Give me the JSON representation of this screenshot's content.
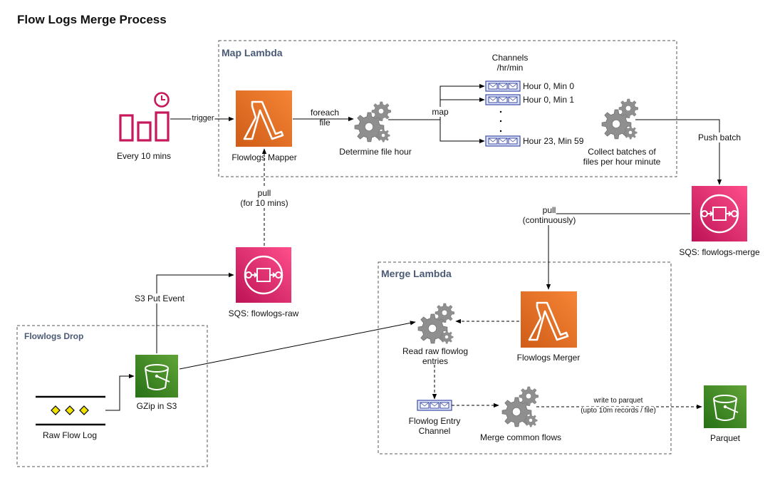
{
  "title": "Flow Logs Merge Process",
  "groups": {
    "map_lambda": "Map Lambda",
    "merge_lambda": "Merge Lambda",
    "flowlogs_drop": "Flowlogs Drop"
  },
  "nodes": {
    "scheduler": "Every 10 mins",
    "mapper": "Flowlogs Mapper",
    "determine_hour": "Determine file hour",
    "channels_title_1": "Channels",
    "channels_title_2": "/hr/min",
    "channel_1": "Hour 0, Min 0",
    "channel_2": "Hour 0, Min 1",
    "channel_3": "Hour 23, Min 59",
    "collect_1": "Collect batches of",
    "collect_2": "files per hour minute",
    "sqs_merge": "SQS: flowlogs-merge",
    "sqs_raw": "SQS: flowlogs-raw",
    "merger": "Flowlogs Merger",
    "read_raw_1": "Read raw flowlog",
    "read_raw_2": "entries",
    "entry_channel_1": "Flowlog Entry",
    "entry_channel_2": "Channel",
    "merge_common": "Merge common flows",
    "parquet": "Parquet",
    "gzip": "GZip in S3",
    "raw_flow_log": "Raw Flow Log"
  },
  "edges": {
    "trigger": "trigger",
    "foreach_1": "foreach",
    "foreach_2": "file",
    "map": "map",
    "push_batch": "Push batch",
    "pull_1": "pull",
    "pull_2": "(for 10 mins)",
    "pull_cont_1": "pull",
    "pull_cont_2": "(continuously)",
    "s3_put": "S3 Put Event",
    "write_1": "write to parquet",
    "write_2": "(upto 10m records / file)"
  },
  "icons": {
    "lambda": "lambda-icon",
    "sqs": "sqs-queue-icon",
    "s3": "s3-bucket-icon",
    "gear": "gear-icon",
    "scheduler": "scheduled-event-icon",
    "channel": "message-channel-icon"
  },
  "colors": {
    "lambda_top": "#f58536",
    "lambda_bottom": "#d05c17",
    "sqs": "#e7157b",
    "s3_top": "#60a337",
    "s3_bottom": "#277116",
    "scheduler": "#c7185b",
    "gear": "#8f8f8f",
    "channel": "#3b4aa8",
    "log_diamond": "#f2e200"
  }
}
